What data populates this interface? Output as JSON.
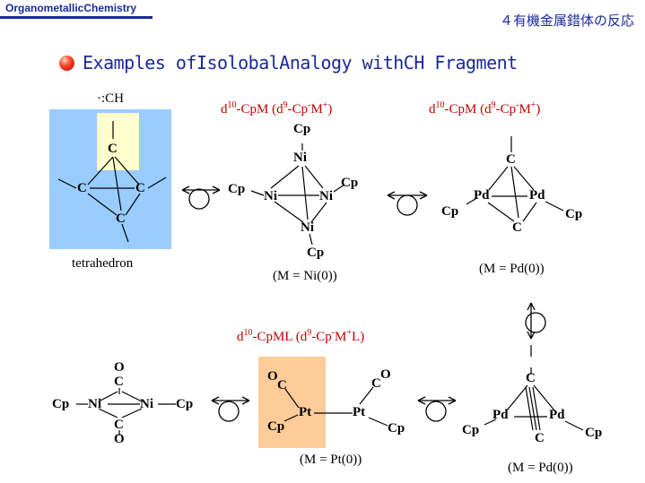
{
  "header": {
    "left": "OrganometallicChemistry",
    "right": "４有機金属錯体の反応"
  },
  "title": "Examples ofIsolobalAnalogy withCH Fragment",
  "groups": {
    "top_left_label": "d10-CpM (d9-Cp-M+)",
    "top_right_label": "d10-CpM (d9-Cp-M+)",
    "bottom_label": "d10-CpML (d9-Cp-M+L)"
  },
  "captions": {
    "ch": "·:CH",
    "tetrahedron": "tetrahedron",
    "ni": "(M = Ni(0))",
    "pd1": "(M = Pd(0))",
    "pt": "(M = Pt(0))",
    "pd2": "(M = Pd(0))"
  },
  "atoms": {
    "c": "C",
    "cp": "Cp",
    "ni": "Ni",
    "pd": "Pd",
    "pt": "Pt",
    "o": "O"
  },
  "colors": {
    "blue_header": "#1a2a9a",
    "red_label": "#c00000",
    "tetra_bg": "#99ccff",
    "tetra_inner": "#ffffcc",
    "pt_bg": "#ffcc99"
  }
}
